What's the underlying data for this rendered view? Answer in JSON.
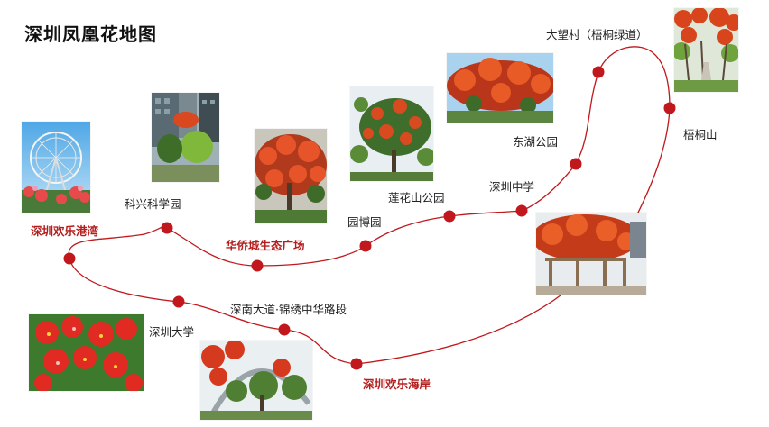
{
  "title": "深圳凤凰花地图",
  "colors": {
    "route": "#c0181c",
    "highlight": "#b41e1e",
    "text": "#222222"
  },
  "locations": [
    {
      "id": "huanle-gangwan",
      "label": "深圳欢乐港湾",
      "highlight": true
    },
    {
      "id": "kexing",
      "label": "科兴科学园",
      "highlight": false
    },
    {
      "id": "huaqiaocheng",
      "label": "华侨城生态广场",
      "highlight": true
    },
    {
      "id": "yuanboyuan",
      "label": "园博园",
      "highlight": false
    },
    {
      "id": "lianhuashan",
      "label": "莲花山公园",
      "highlight": false
    },
    {
      "id": "shenzhen-zhongxue",
      "label": "深圳中学",
      "highlight": false
    },
    {
      "id": "donghu",
      "label": "东湖公园",
      "highlight": false
    },
    {
      "id": "dawangcun",
      "label": "大望村（梧桐绿道）",
      "highlight": false
    },
    {
      "id": "wutongshan",
      "label": "梧桐山",
      "highlight": false
    },
    {
      "id": "shennan",
      "label": "深南大道·锦绣中华路段",
      "highlight": false
    },
    {
      "id": "shenda",
      "label": "深圳大学",
      "highlight": false
    },
    {
      "id": "huanle-haian",
      "label": "深圳欢乐海岸",
      "highlight": true
    }
  ],
  "photos": [
    {
      "id": "photo-ferris-wheel",
      "icon": "ferris-wheel-photo"
    },
    {
      "id": "photo-kexing",
      "icon": "building-trees-photo"
    },
    {
      "id": "photo-huaqiaocheng",
      "icon": "flame-tree-photo"
    },
    {
      "id": "photo-lianhuashan",
      "icon": "flame-tree-photo"
    },
    {
      "id": "photo-donghu",
      "icon": "flame-tree-photo"
    },
    {
      "id": "photo-dawangcun",
      "icon": "greenway-photo"
    },
    {
      "id": "photo-haian",
      "icon": "pergola-photo"
    },
    {
      "id": "photo-flowers",
      "icon": "flower-closeup-photo"
    },
    {
      "id": "photo-shennan",
      "icon": "arch-tree-photo"
    }
  ]
}
